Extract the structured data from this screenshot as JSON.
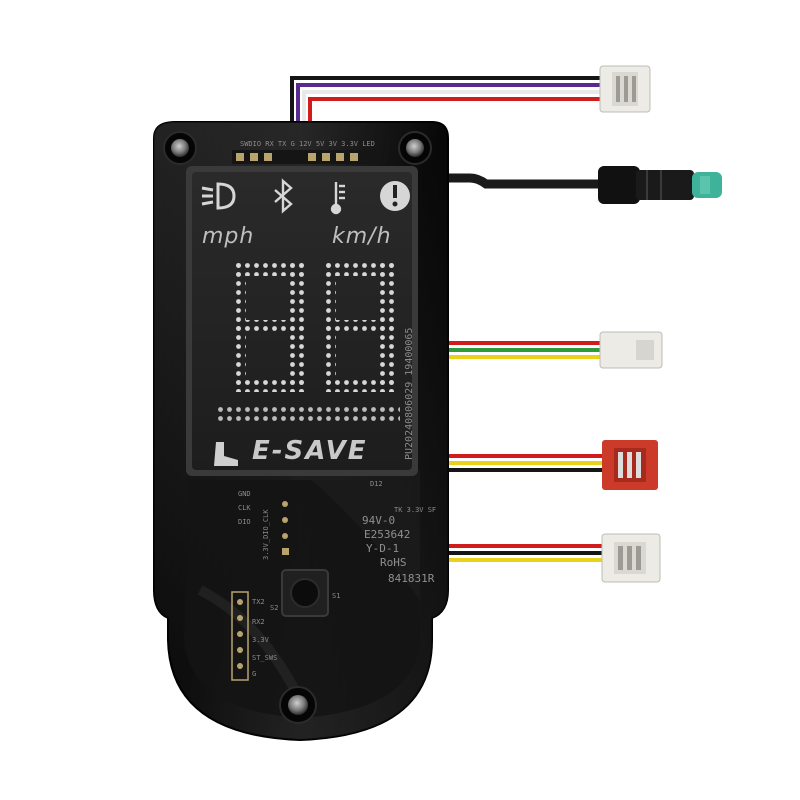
{
  "display": {
    "unit_mph": "mph",
    "unit_kmh": "km/h",
    "speed_digits": "88",
    "brand": "E-SAVE",
    "icons": [
      "headlight-icon",
      "bluetooth-icon",
      "temperature-icon",
      "warning-icon"
    ]
  },
  "pcb": {
    "top_header": "SWDIO  RX   TX   G   12V  5V  3V  3.3V  LED",
    "side_code": "PU20240806029 19400065",
    "left_labels": [
      "GND",
      "CLK",
      "DIO",
      "3.3V_DIO_CLK"
    ],
    "bottom_left_labels": [
      "TX2",
      "RX2",
      "3.3V",
      "ST_SWS",
      "G"
    ],
    "cert_lines": [
      "94V-0",
      "E253642",
      "Y-D-1",
      "RoHS",
      "841831R"
    ],
    "misc": [
      "D12",
      "TK 3.3V SF",
      "S2",
      "S1"
    ]
  },
  "colors": {
    "wire_red": "#d01c1c",
    "wire_black": "#151515",
    "wire_purple": "#5a2a8c",
    "wire_yellow": "#e8d21a",
    "wire_green": "#2e9b3a",
    "connector_white": "#ecebe6",
    "connector_red": "#cc3b2a",
    "connector_teal": "#3fb39a"
  }
}
